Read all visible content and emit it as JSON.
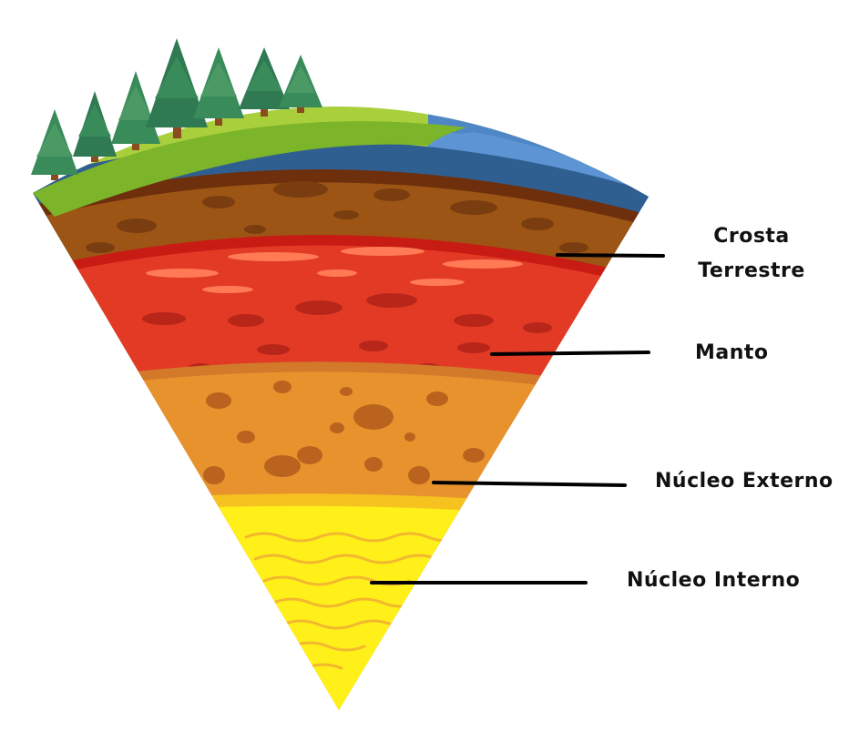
{
  "diagram": {
    "layers": [
      {
        "id": "crust",
        "label_lines": [
          "Crosta",
          "Terrestre"
        ]
      },
      {
        "id": "mantle",
        "label_lines": [
          "Manto"
        ]
      },
      {
        "id": "outer-core",
        "label_lines": [
          "Núcleo Externo"
        ]
      },
      {
        "id": "inner-core",
        "label_lines": [
          "Núcleo Interno"
        ]
      }
    ],
    "colors": {
      "grass": "#7cb42a",
      "grass_light": "#a9d03c",
      "water": "#4f86c6",
      "water_dark": "#2e5f93",
      "crust": "#9c5514",
      "crust_dark": "#6e2f0d",
      "mantle": "#e23a25",
      "mantle_light": "#ff7a55",
      "outer_core": "#e8922e",
      "outer_core_spots": "#b9631e",
      "inner_core": "#fff01a",
      "inner_core_waves": "#f3b82e",
      "tree": "#2f7a52",
      "trunk": "#8b4d1f",
      "leader_line": "#000000"
    }
  }
}
